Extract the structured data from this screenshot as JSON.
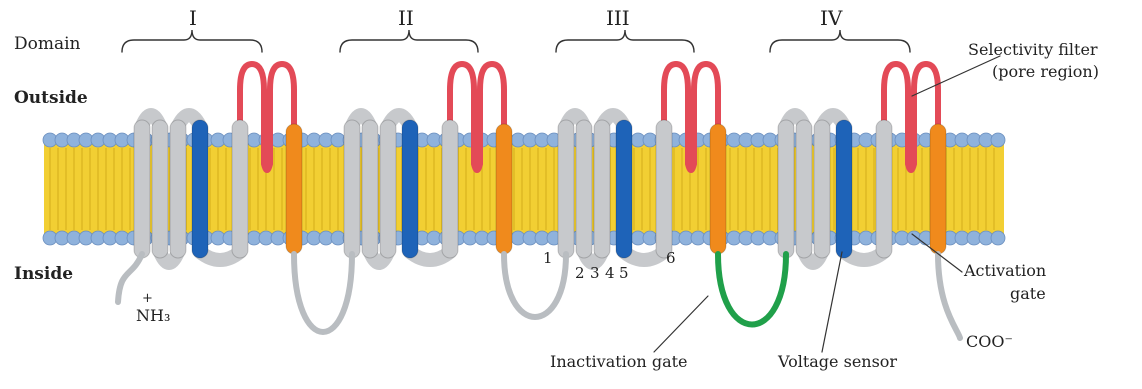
{
  "labels": {
    "domain": "Domain",
    "outside": "Outside",
    "inside": "Inside",
    "domain_numerals": [
      "I",
      "II",
      "III",
      "IV"
    ],
    "selectivity_filter_line1": "Selectivity filter",
    "selectivity_filter_line2": "(pore region)",
    "activation_gate_line1": "Activation",
    "activation_gate_line2": "gate",
    "inactivation_gate": "Inactivation gate",
    "voltage_sensor": "Voltage sensor",
    "n_terminus_charge": "+",
    "n_terminus": "NH₃",
    "c_terminus": "COO⁻",
    "segment_numbers": [
      "1",
      "2",
      "3",
      "4",
      "5",
      "6"
    ]
  },
  "colors": {
    "membrane_fill": "#f2cf33",
    "lipid_head": "#8fb2dc",
    "helix_gray": "#c7c9cc",
    "voltage_sensor_blue": "#1e63b8",
    "pore_loop_red": "#e34a57",
    "pore_helix_orange": "#f08a1c",
    "inactivation_gate_green": "#20a04a",
    "linker_gray": "#b9bdc1"
  }
}
